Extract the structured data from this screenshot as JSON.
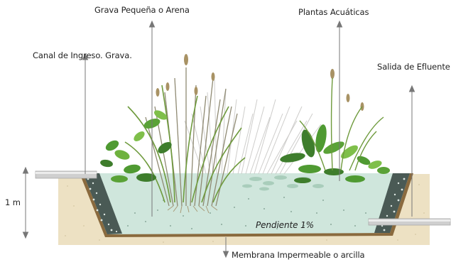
{
  "labels": {
    "gravel_small": "Grava Pequeña o Arena",
    "aquatic_plants": "Plantas Acuáticas",
    "inlet_channel": "Canal de Ingreso. Grava.",
    "effluent_outlet": "Salida de Efluente",
    "depth": "1 m",
    "slope": "Pendiente 1%",
    "membrane": "Membrana Impermeable o arcilla"
  },
  "colors": {
    "soil": "#ede1c3",
    "water": "#cfe6dc",
    "liner": "#8a6a3e",
    "plant_dark": "#3e7d2c",
    "plant_light": "#7fbf4a",
    "reed": "#a9a08a",
    "pipe": "#c9c9c9",
    "arrow": "#777777"
  }
}
